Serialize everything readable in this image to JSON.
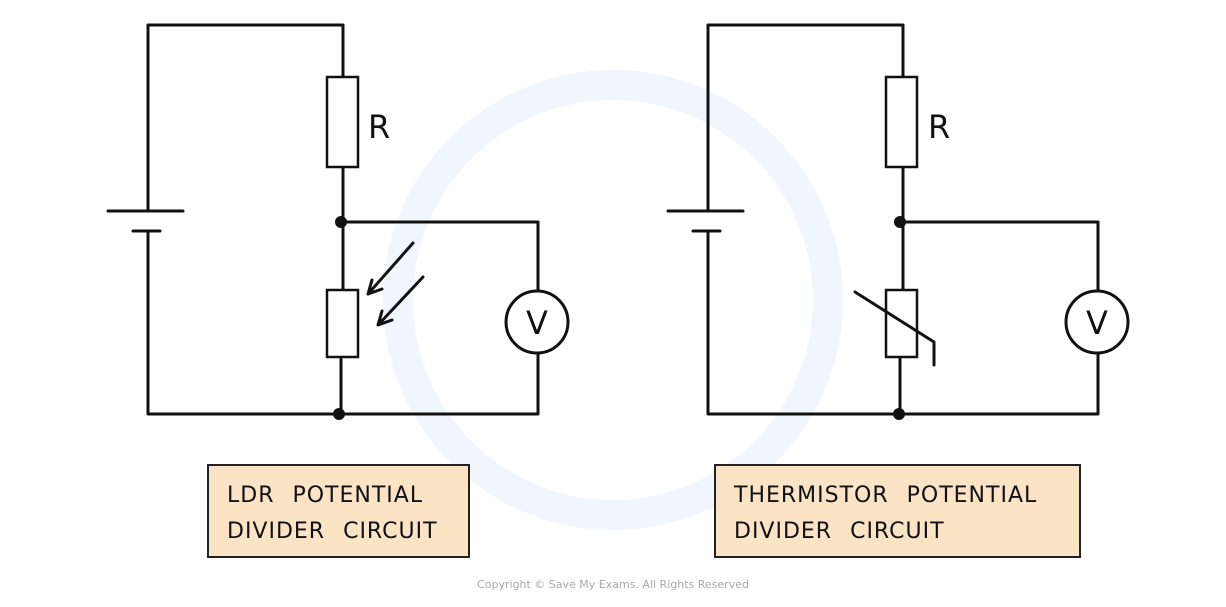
{
  "left_circuit": {
    "resistor_label": "R",
    "caption": [
      "LDR POTENTIAL",
      "DIVIDER CIRCUIT"
    ],
    "meter_label": "V"
  },
  "right_circuit": {
    "resistor_label": "R",
    "caption": [
      "THERMISTOR POTENTIAL",
      "DIVIDER CIRCUIT"
    ],
    "meter_label": "V"
  },
  "colors": {
    "caption_fill": "#fbe3c5",
    "watermark": "#eef4fb"
  },
  "copyright": "Copyright © Save My Exams. All Rights Reserved"
}
